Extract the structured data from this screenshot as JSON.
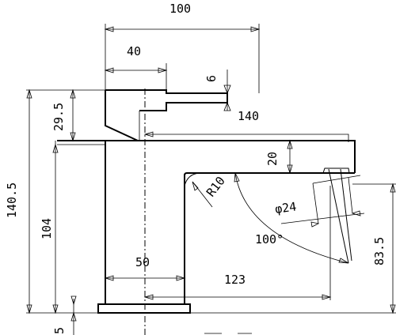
{
  "drawing": {
    "dimensions": {
      "overall_width": "100",
      "handle_depth": "40",
      "handle_thickness": "6",
      "handle_reach": "140",
      "lever_height": "29.5",
      "overall_height": "140.5",
      "body_height": "104",
      "spout_thickness": "20",
      "bend_radius": "R10",
      "outlet_diameter": "φ24",
      "swivel_angle": "100°",
      "base_diameter": "50",
      "spout_projection": "123",
      "outlet_height": "83.5",
      "base_thickness": "5"
    }
  }
}
